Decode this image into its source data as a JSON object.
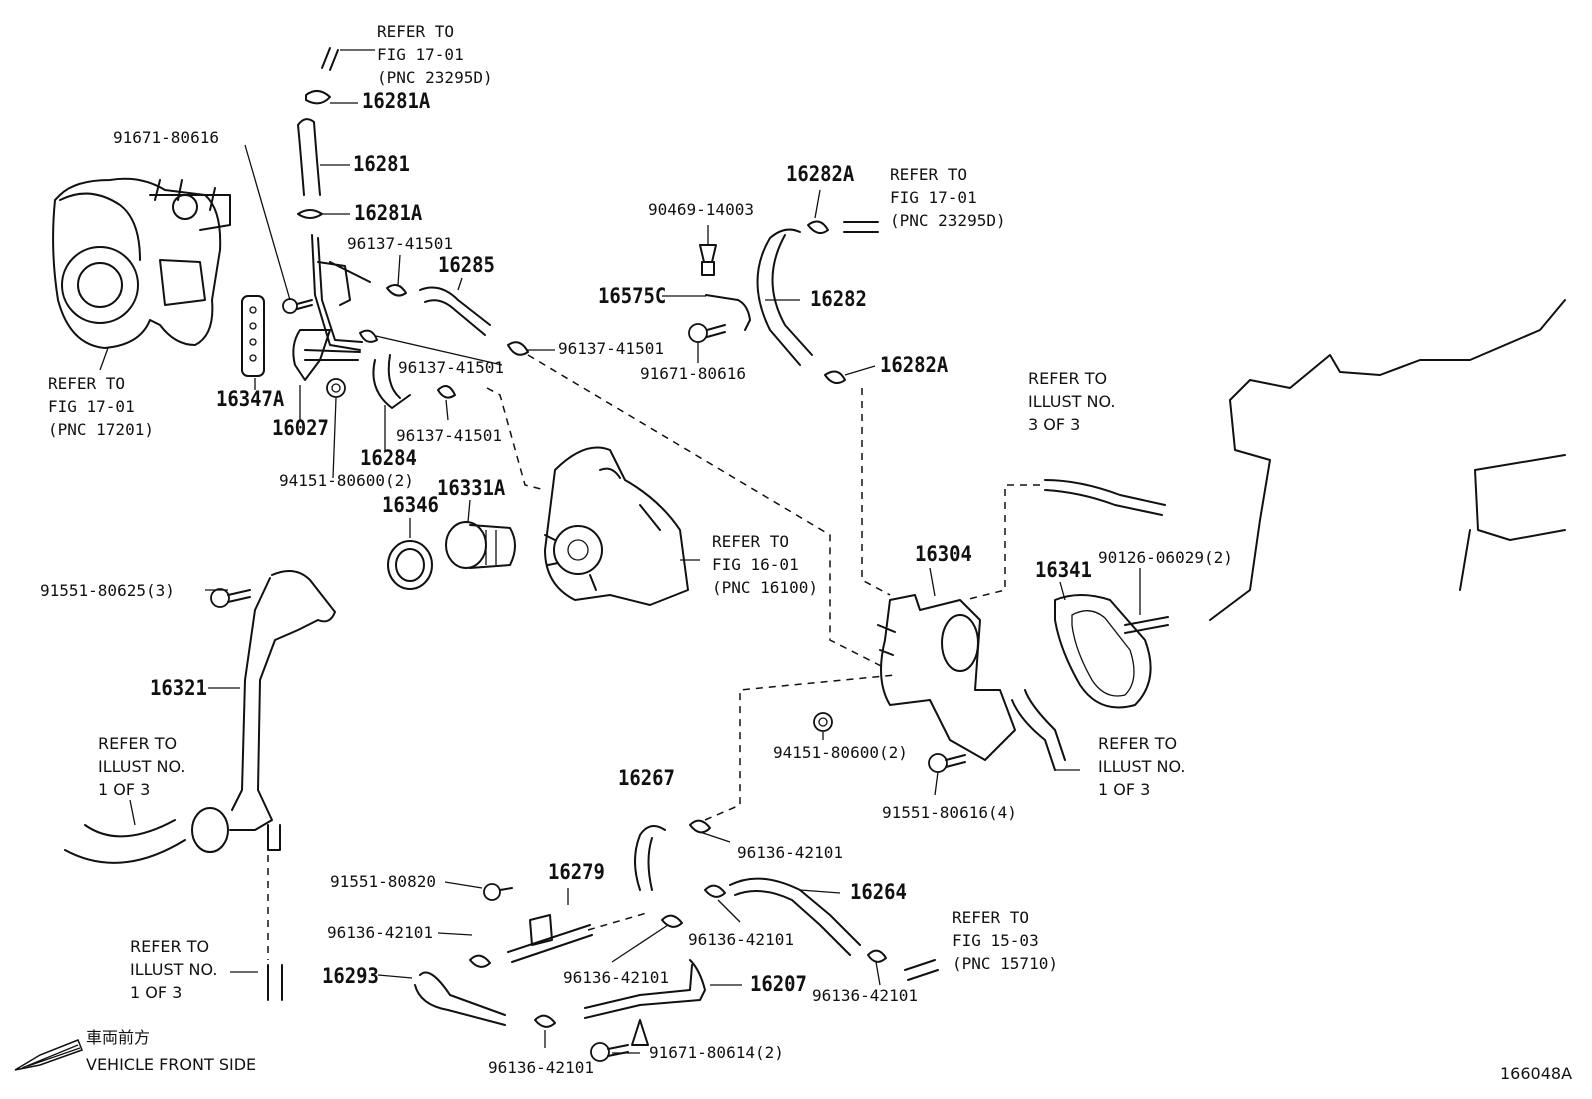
{
  "diagram": {
    "illustration_number": "166048A",
    "front_note_jp": "車両前方",
    "front_note": "VEHICLE FRONT SIDE",
    "labels": {
      "refer_17_01_top": "REFER TO\nFIG 17-01\n(PNC 23295D)",
      "p16281A_a": "16281A",
      "p16281": "16281",
      "p16281A_b": "16281A",
      "p91671_80616_a": "91671-80616",
      "p96137_41501_a": "96137-41501",
      "p16285": "16285",
      "p96137_41501_b": "96137-41501",
      "p96137_41501_c": "96137-41501",
      "p96137_41501_d": "96137-41501",
      "refer_17_01_left": "REFER TO\nFIG 17-01\n(PNC 17201)",
      "p16347A": "16347A",
      "p16027": "16027",
      "p16284": "16284",
      "p94151_80600_a": "94151-80600(2)",
      "p16331A": "16331A",
      "p16346": "16346",
      "refer_16_01": "REFER TO\nFIG 16-01\n(PNC 16100)",
      "p16282A_a": "16282A",
      "refer_17_01_right": "REFER TO\nFIG 17-01\n(PNC 23295D)",
      "p90469_14003": "90469-14003",
      "p16575C": "16575C",
      "p16282": "16282",
      "p91671_80616_b": "91671-80616",
      "p16282A_b": "16282A",
      "refer_illust_3": "REFER TO\nILLUST NO.\n3 OF 3",
      "p16304": "16304",
      "p16341": "16341",
      "p90126_06029": "90126-06029(2)",
      "p91551_80625": "91551-80625(3)",
      "p16321": "16321",
      "refer_illust_1a": "REFER TO\nILLUST NO.\n1 OF 3",
      "p94151_80600_b": "94151-80600(2)",
      "p91551_80616": "91551-80616(4)",
      "refer_illust_1b": "REFER TO\nILLUST NO.\n1 OF 3",
      "p16267": "16267",
      "p96136_42101_a": "96136-42101",
      "p91551_80820": "91551-80820",
      "p16279": "16279",
      "p16264": "16264",
      "p96136_42101_b": "96136-42101",
      "p96136_42101_c": "96136-42101",
      "refer_15_03": "REFER TO\nFIG 15-03\n(PNC 15710)",
      "p96136_42101_d": "96136-42101",
      "p16293": "16293",
      "p96136_42101_e": "96136-42101",
      "p16207": "16207",
      "refer_illust_1c": "REFER TO\nILLUST NO.\n1 OF 3",
      "p96136_42101_f": "96136-42101",
      "p91671_80614": "91671-80614(2)"
    }
  }
}
